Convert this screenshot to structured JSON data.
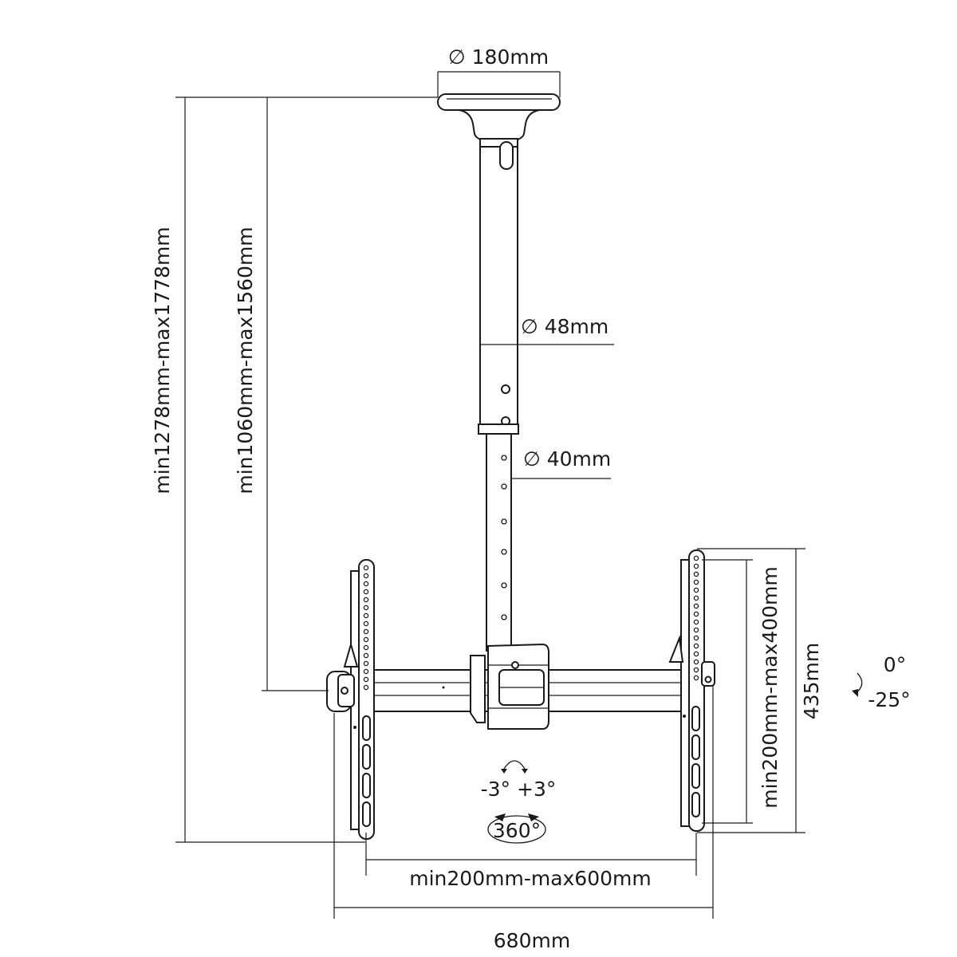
{
  "dimensions": {
    "ceiling_plate_diameter": "∅ 180mm",
    "upper_pole_diameter": "∅ 48mm",
    "lower_pole_diameter": "∅ 40mm",
    "total_height": "min1278mm-max1778mm",
    "pole_height": "min1060mm-max1560mm",
    "bracket_height": "435mm",
    "vesa_vertical": "min200mm-max400mm",
    "vesa_horizontal": "min200mm-max600mm",
    "total_width": "680mm"
  },
  "adjustments": {
    "tilt_top": "0°",
    "tilt_bottom": "-25°",
    "level": "-3° +3°",
    "rotation": "360°"
  }
}
